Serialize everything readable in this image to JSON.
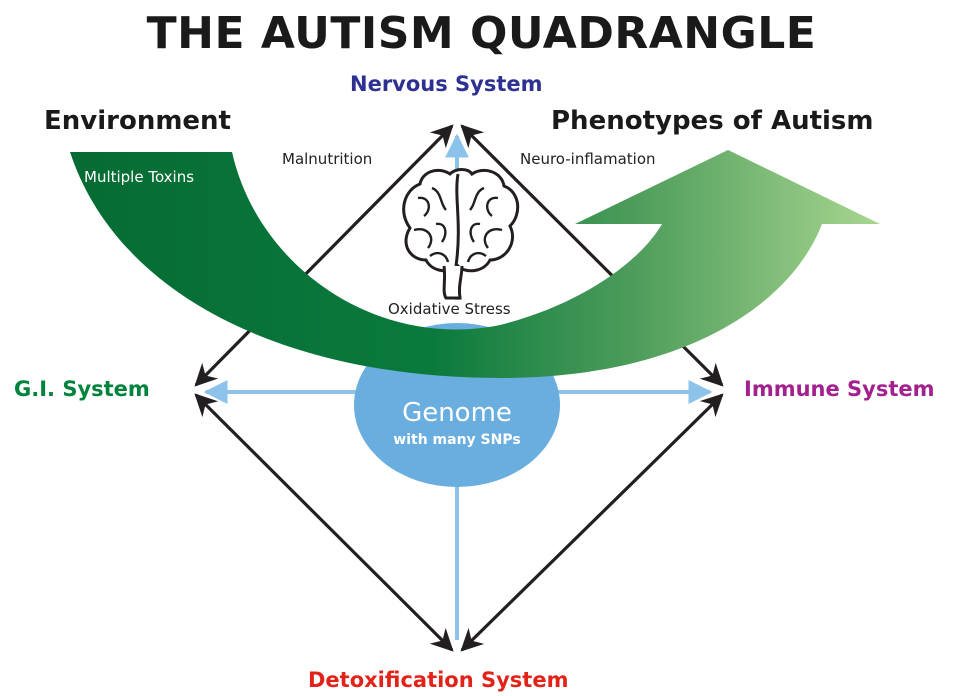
{
  "title": "THE AUTISM QUADRANGLE",
  "nodes": {
    "top": "Nervous System",
    "left": "G.I. System",
    "right": "Immune System",
    "bottom": "Detoxification System"
  },
  "corners": {
    "left": "Environment",
    "right": "Phenotypes of Autism"
  },
  "edge_labels": {
    "top_left": "Malnutrition",
    "top_right": "Neuro-inflamation",
    "center": "Oxidative Stress"
  },
  "arrow_label": "Multiple Toxins",
  "center": {
    "title": "Genome",
    "subtitle": "with many SNPs"
  },
  "colors": {
    "nervous": "#2e3192",
    "gi": "#00843d",
    "immune": "#a3218e",
    "detox": "#e2231a",
    "genome_fill": "#6aaee0",
    "spoke": "#8dc3ea",
    "arrow_dark": "#0b6e35",
    "arrow_light": "#a8d690",
    "outline": "#231f20"
  },
  "icons": {
    "brain": "brain-icon"
  }
}
